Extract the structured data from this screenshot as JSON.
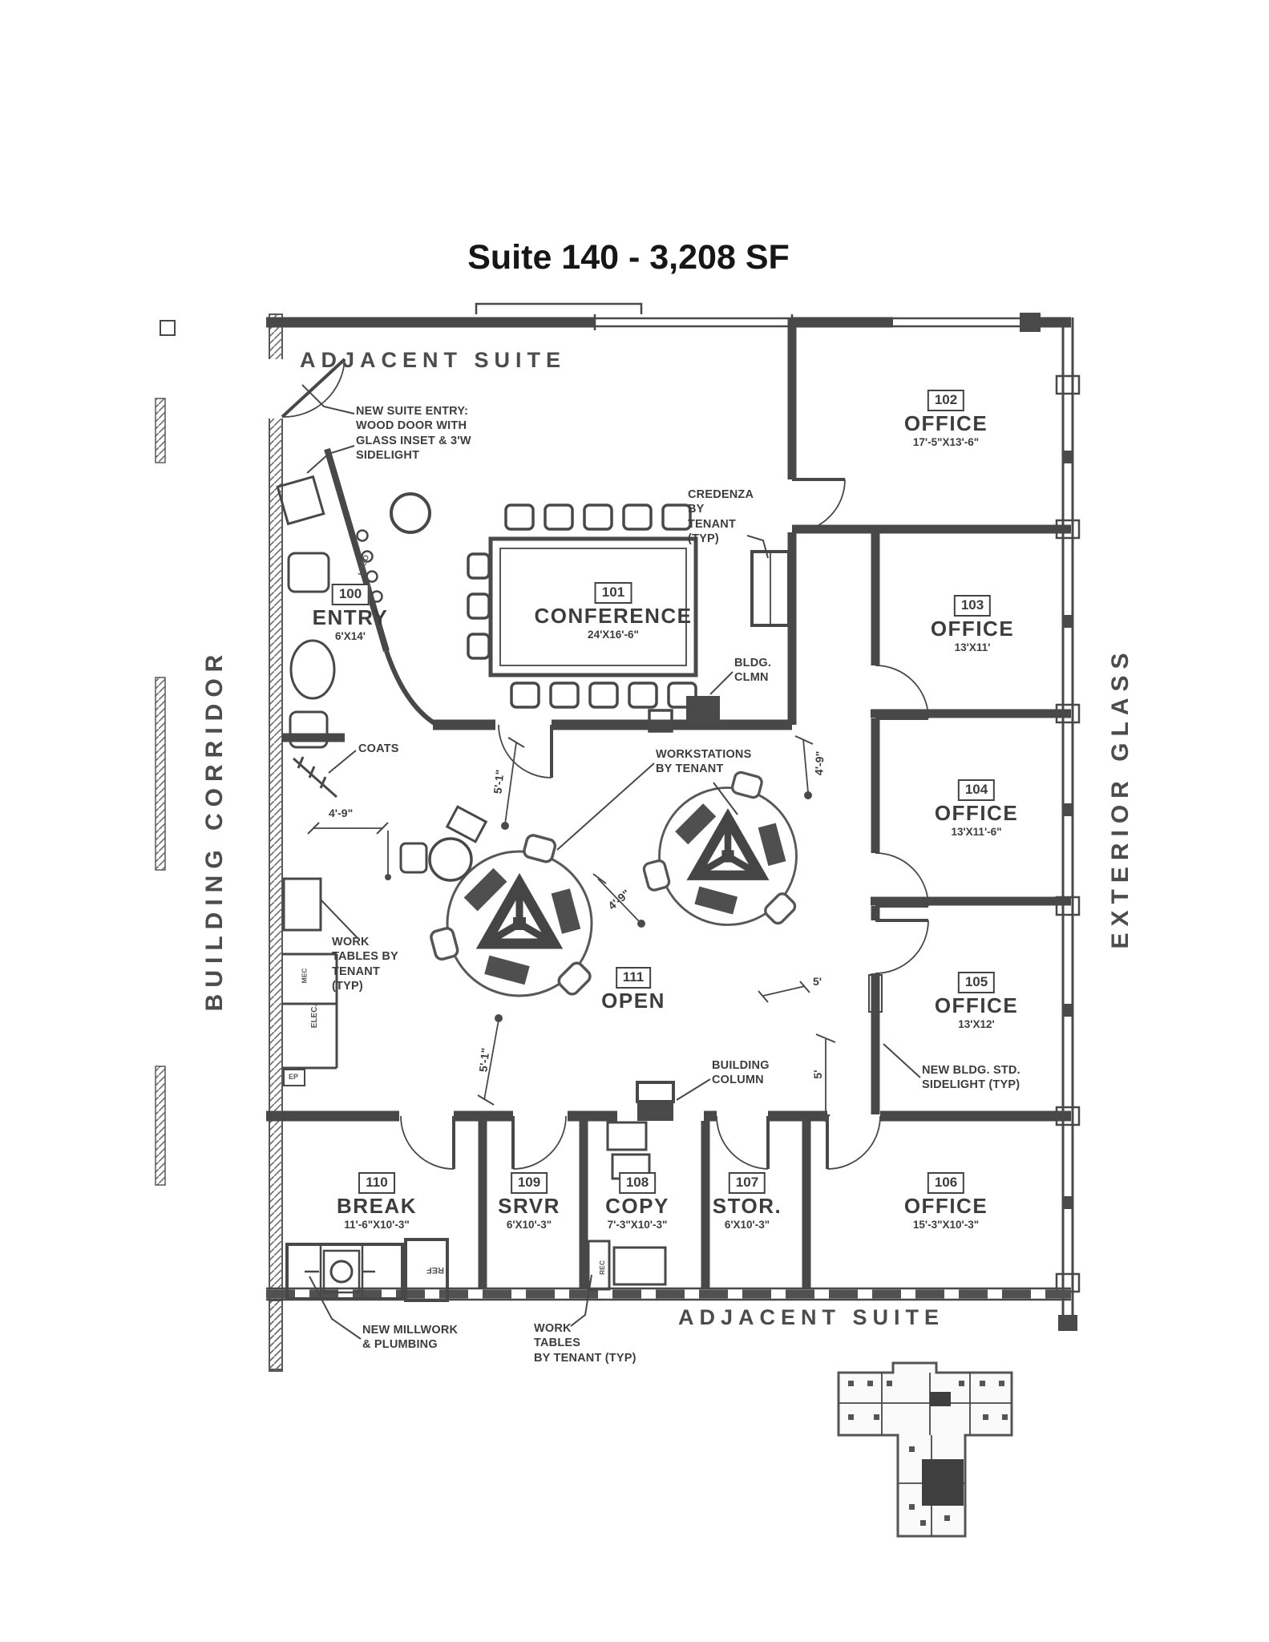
{
  "title": "Suite 140 - 3,208 SF",
  "ctx": {
    "adjacent_top": "ADJACENT SUITE",
    "adjacent_bottom": "ADJACENT SUITE",
    "corridor": "BUILDING CORRIDOR",
    "exterior": "EXTERIOR GLASS"
  },
  "rooms": {
    "r100": {
      "number": "100",
      "name": "ENTRY",
      "dims": "6'X14'"
    },
    "r101": {
      "number": "101",
      "name": "CONFERENCE",
      "dims": "24'X16'-6\""
    },
    "r102": {
      "number": "102",
      "name": "OFFICE",
      "dims": "17'-5\"X13'-6\""
    },
    "r103": {
      "number": "103",
      "name": "OFFICE",
      "dims": "13'X11'"
    },
    "r104": {
      "number": "104",
      "name": "OFFICE",
      "dims": "13'X11'-6\""
    },
    "r105": {
      "number": "105",
      "name": "OFFICE",
      "dims": "13'X12'"
    },
    "r106": {
      "number": "106",
      "name": "OFFICE",
      "dims": "15'-3\"X10'-3\""
    },
    "r107": {
      "number": "107",
      "name": "STOR.",
      "dims": "6'X10'-3\""
    },
    "r108": {
      "number": "108",
      "name": "COPY",
      "dims": "7'-3\"X10'-3\""
    },
    "r109": {
      "number": "109",
      "name": "SRVR",
      "dims": "6'X10'-3\""
    },
    "r110": {
      "number": "110",
      "name": "BREAK",
      "dims": "11'-6\"X10'-3\""
    },
    "r111": {
      "number": "111",
      "name": "OPEN"
    }
  },
  "notes": {
    "suite_entry": "NEW SUITE ENTRY:\nWOOD DOOR WITH\nGLASS INSET & 3'W\nSIDELIGHT",
    "credenza": "CREDENZA\nBY\nTENANT\n(TYP)",
    "bldg_clmn": "BLDG.\nCLMN",
    "workstations": "WORKSTATIONS\nBY TENANT",
    "coats": "COATS",
    "work_tables_left": "WORK\nTABLES BY\nTENANT\n(TYP)",
    "building_column": "BUILDING\nCOLUMN",
    "sidelight": "NEW BLDG. STD.\nSIDELIGHT (TYP)",
    "millwork": "NEW MILLWORK\n& PLUMBING",
    "work_tables_bottom": "WORK\nTABLES\nBY TENANT (TYP)"
  },
  "dims": {
    "d49a": "4'-9\"",
    "d51a": "5'-1\"",
    "d51b": "5'-1\"",
    "d49b": "4'-9\"",
    "d49c": "4'-9\"",
    "d5a": "5'",
    "d5b": "5'"
  },
  "fix": {
    "ref": "REF",
    "logo": "LOGO",
    "elec": "ELEC.",
    "ep": "EP",
    "mec": "MEC",
    "rec": "REC"
  },
  "colors": {
    "ink": "#3d3d3d",
    "wall": "#484848",
    "paper": "#ffffff"
  }
}
